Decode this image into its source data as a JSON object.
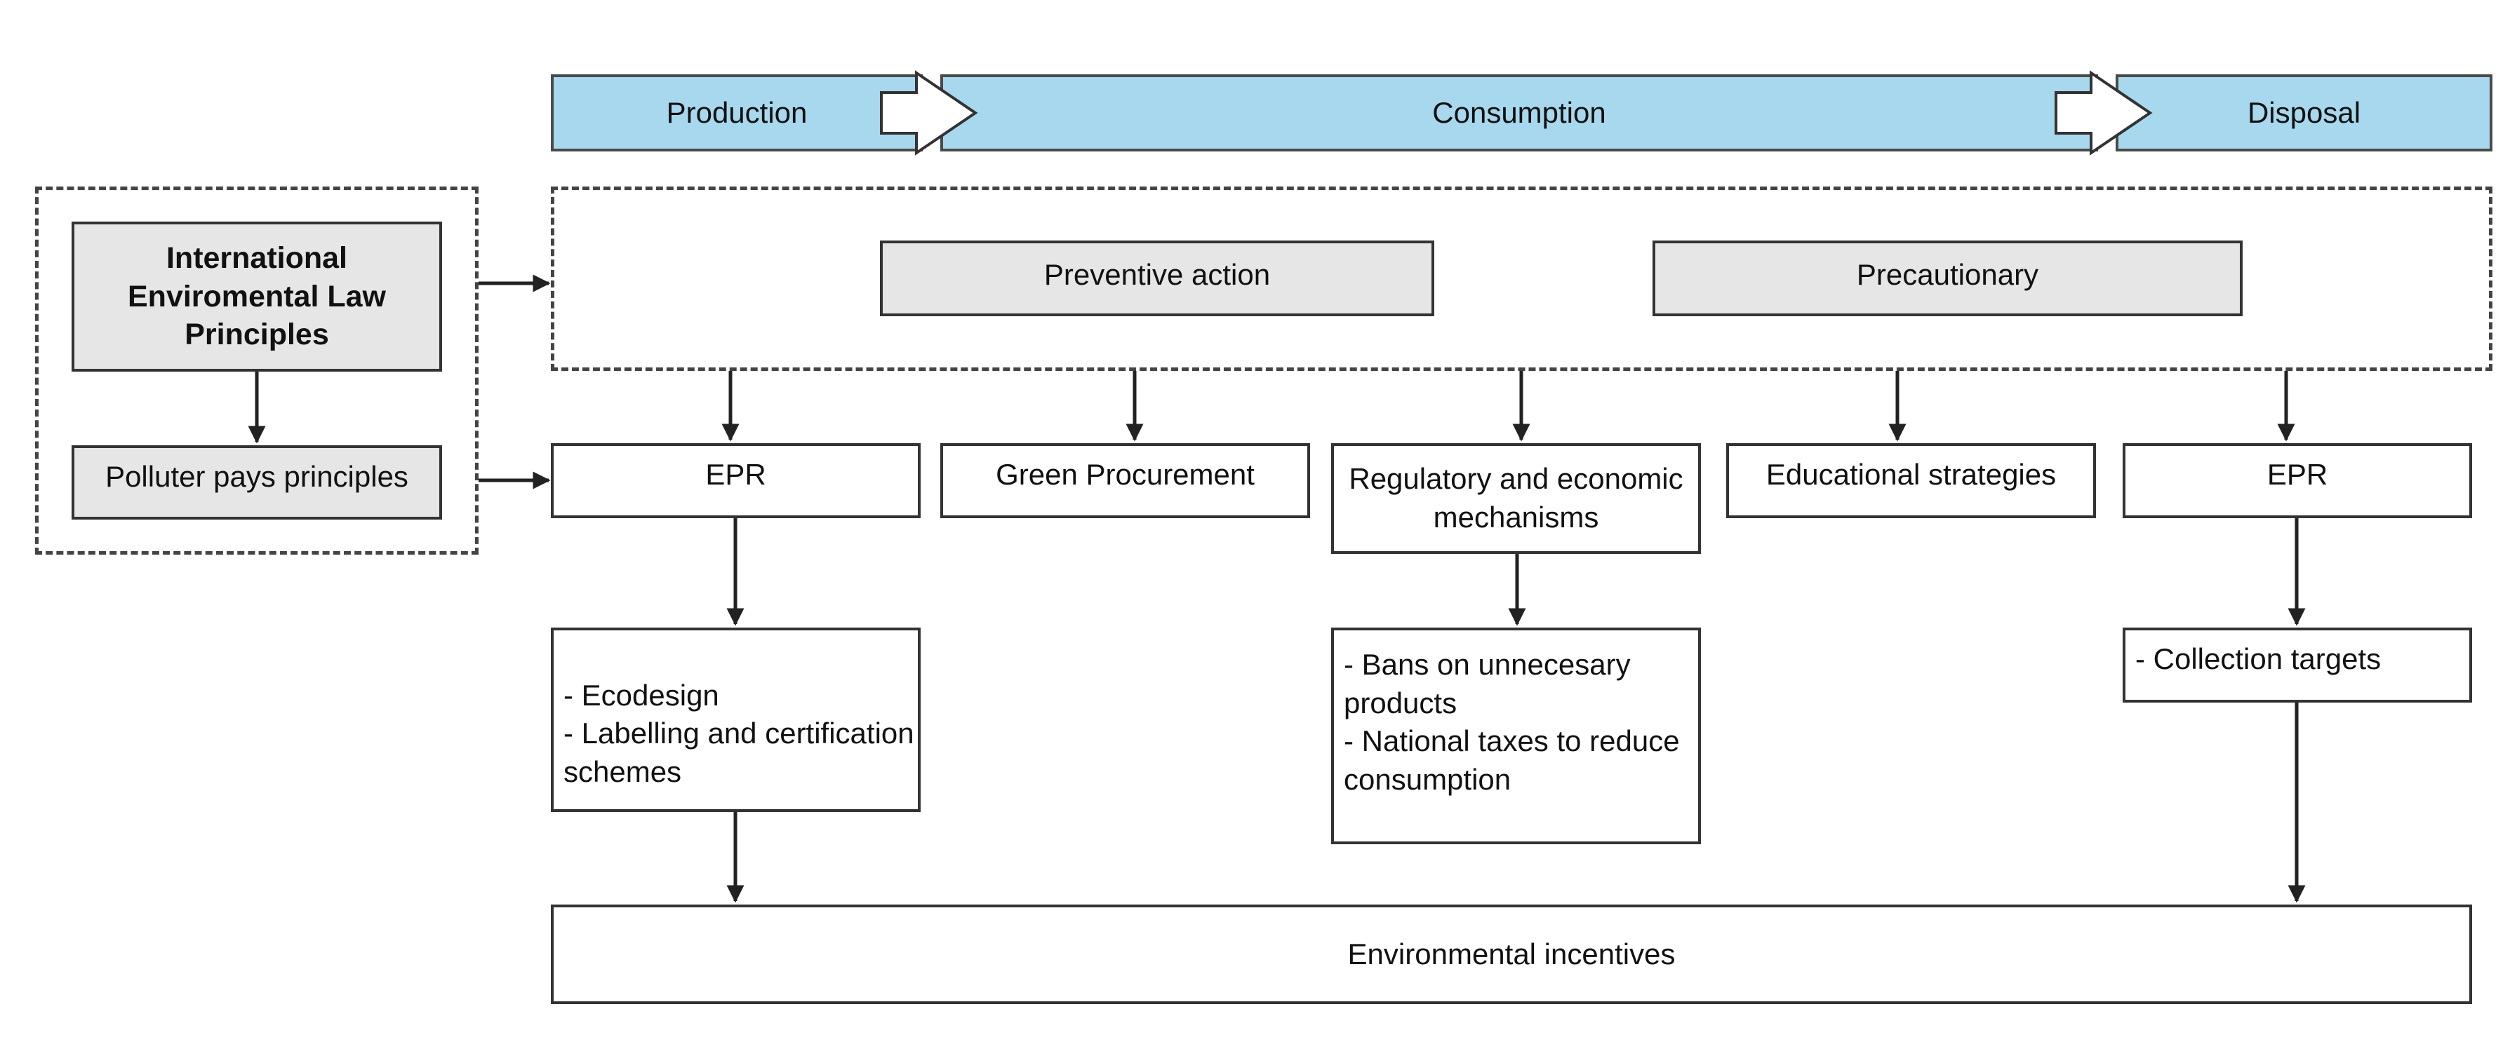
{
  "stages": {
    "production": "Production",
    "consumption": "Consumption",
    "disposal": "Disposal"
  },
  "principles": {
    "international": "International Enviromental Law Principles",
    "polluter_pays": "Polluter pays principles",
    "preventive": "Preventive action",
    "precautionary": "Precautionary"
  },
  "instruments": {
    "epr_production": "EPR",
    "green_procurement": "Green Procurement",
    "regulatory": "Regulatory and economic mechanisms",
    "educational": "Educational strategies",
    "epr_disposal": "EPR"
  },
  "measures": {
    "production_items": [
      "- Ecodesign",
      "- Labelling  and certification schemes"
    ],
    "consumption_items": [
      "- Bans on unnecesary products",
      "- National taxes to reduce consumption"
    ],
    "disposal_items": [
      "- Collection targets"
    ]
  },
  "outcome": "Environmental incentives",
  "colors": {
    "stage_fill": "#a8d8ee",
    "principle_fill": "#e6e6e6",
    "line": "#333333"
  }
}
